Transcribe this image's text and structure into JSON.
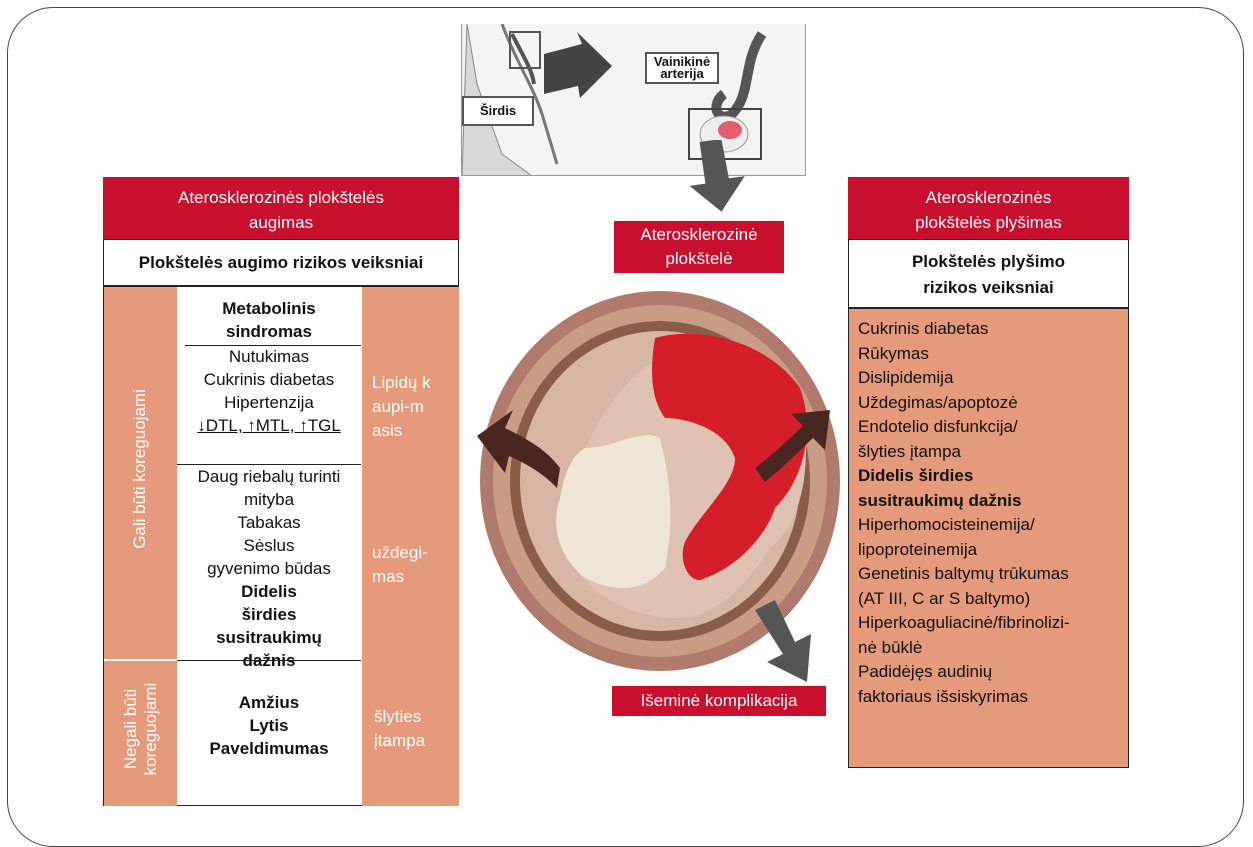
{
  "heart_illustration": {
    "label_heart": "Širdis",
    "label_artery": "Vainikinė arterija"
  },
  "plaque_label": "Aterosklerozinė plokštelė",
  "ischemic_label": "Išeminė komplikacija",
  "left_panel": {
    "header": "Aterosklerozinės plokštelės augimas",
    "subheader": "Plokštelės augimo rizikos veiksniai",
    "modifiable_label": "Gali būti koreguojami",
    "nonmodifiable_label": "Negali būti koreguojami",
    "metabolic_title": "Metabolinis sindromas",
    "metabolic_items": [
      "Nutukimas",
      "Cukrinis diabetas",
      "Hipertenzija",
      "↓DTL, ↑MTL, ↑TGL"
    ],
    "lifestyle_items": [
      "Daug riebalų turinti mityba",
      "Tabakas",
      "Sėslus gyvenimo būdas"
    ],
    "lifestyle_bold": "Didelis širdies susitraukimų dažnis",
    "nonmod_items": [
      "Amžius",
      "Lytis",
      "Paveldimumas"
    ],
    "mech_lipid": "Lipidų kaupi-masis",
    "mech_inflammation": "uždegi-mas",
    "mech_shear": "šlyties įtampa"
  },
  "right_panel": {
    "header": "Aterosklerozinės plokštelės plyšimas",
    "subheader": "Plokštelės plyšimo rizikos veiksniai",
    "items": [
      {
        "text": "Cukrinis diabetas",
        "bold": false
      },
      {
        "text": "Rūkymas",
        "bold": false
      },
      {
        "text": "Dislipidemija",
        "bold": false
      },
      {
        "text": "Uždegimas/apoptozė",
        "bold": false
      },
      {
        "text": "Endotelio disfunkcija/",
        "bold": false
      },
      {
        "text": "šlyties įtampa",
        "bold": false
      },
      {
        "text": "Didelis širdies",
        "bold": true
      },
      {
        "text": "susitraukimų dažnis",
        "bold": true
      },
      {
        "text": "Hiperhomocisteinemija/",
        "bold": false
      },
      {
        "text": "lipoproteinemija",
        "bold": false
      },
      {
        "text": "Genetinis baltymų trūkumas",
        "bold": false
      },
      {
        "text": "(AT III, C ar S baltymo)",
        "bold": false
      },
      {
        "text": "Hiperkoaguliacinė/fibrinolizi-",
        "bold": false
      },
      {
        "text": "nė būklė",
        "bold": false
      },
      {
        "text": "Padidėjęs audinių",
        "bold": false
      },
      {
        "text": "faktoriaus išsiskyrimas",
        "bold": false
      }
    ]
  }
}
